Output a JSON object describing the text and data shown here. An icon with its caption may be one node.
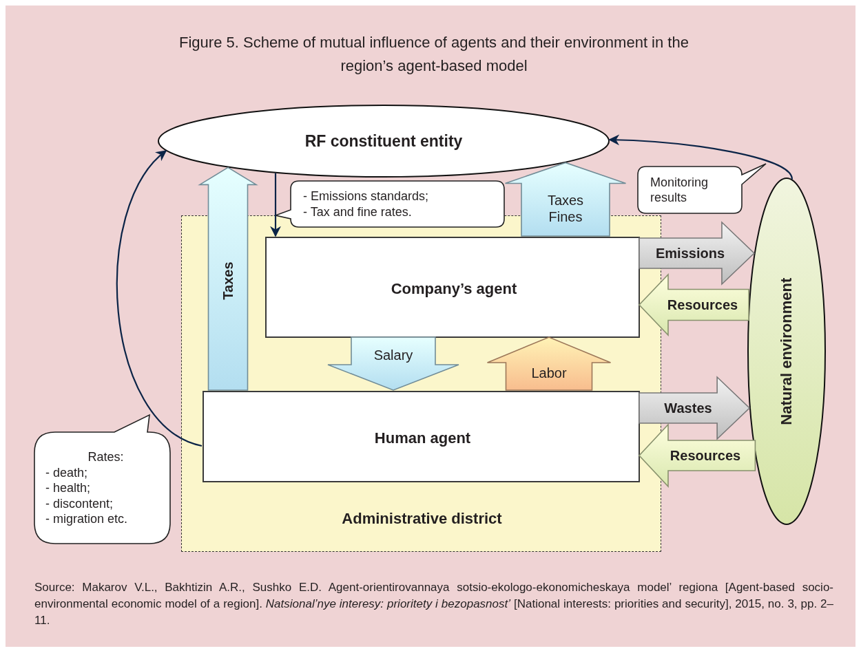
{
  "diagram": {
    "title": "Figure 5. Scheme of mutual influence of agents and their environment in the region’s agent-based model",
    "caption": "Source: Makarov V.L., Bakhtizin A.R., Sushko E.D. Agent-orientirovannaya sotsio-ekologo-ekonomicheskaya model’ regiona [Agent-based socio-environmental economic model of a region]. *Natsional’nye interesy: prioritety i bezopasnost’* [National interests: priorities and security], 2015, no. 3, pp. 2–11.",
    "nodes": [
      {
        "text": [
          "RF constituent entity"
        ]
      },
      {
        "text": [
          "Administrative district"
        ]
      },
      {
        "text": [
          "Company’s agent"
        ],
        "in": 1
      },
      {
        "text": [
          "Human agent"
        ],
        "in": 1
      },
      {
        "text": [
          "Natural environment"
        ]
      },
      {
        "text": [
          "- Emissions standards;",
          "- Tax and fine rates."
        ]
      },
      {
        "text": [
          "Monitoring results"
        ]
      },
      {
        "text": [
          "Rates:",
          "- death;",
          "- health;",
          "- discontent;",
          "- migration etc."
        ]
      }
    ],
    "edges": [
      {
        "from": 0,
        "to": 2,
        "arrow": "to"
      },
      {
        "from": 3,
        "to": 0,
        "arrow": "to"
      },
      {
        "from": 4,
        "to": 0,
        "arrow": "to"
      },
      {
        "from": 3,
        "to": 0,
        "arrow": "to",
        "label": "Taxes",
        "style": "thick",
        "color": "#b3def0"
      },
      {
        "from": 2,
        "to": 0,
        "arrow": "to",
        "label": "Taxes Fines",
        "style": "thick",
        "color": "#b3def0"
      },
      {
        "from": 2,
        "to": 3,
        "arrow": "to",
        "label": "Salary",
        "style": "thick",
        "color": "#b3def0"
      },
      {
        "from": 3,
        "to": 2,
        "arrow": "to",
        "label": "Labor",
        "style": "thick",
        "color": "#f8bd8e"
      },
      {
        "from": 2,
        "to": 4,
        "arrow": "to",
        "label": "Emissions",
        "style": "thick",
        "color": "#bdbdbd"
      },
      {
        "from": 4,
        "to": 2,
        "arrow": "to",
        "label": "Resources",
        "style": "thick",
        "color": "#d8e7ae"
      },
      {
        "from": 3,
        "to": 4,
        "arrow": "to",
        "label": "Wastes",
        "style": "thick",
        "color": "#bdbdbd"
      },
      {
        "from": 4,
        "to": 3,
        "arrow": "to",
        "label": "Resources",
        "style": "thick",
        "color": "#d8e7ae"
      }
    ]
  }
}
